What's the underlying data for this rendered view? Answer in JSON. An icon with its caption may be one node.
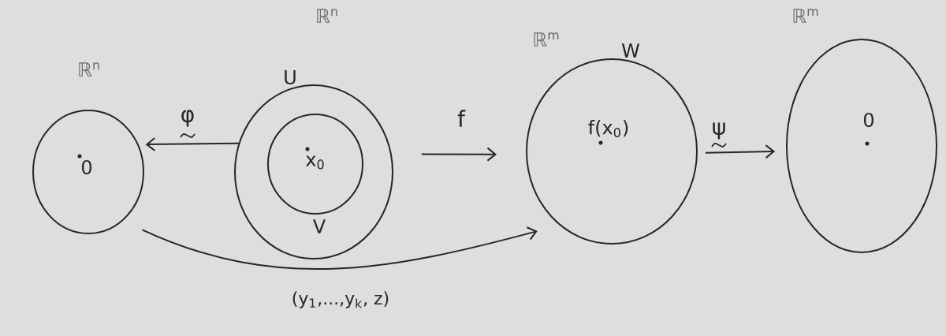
{
  "diagram": {
    "nodes": [
      {
        "text": [
          "0"
        ],
        "beside": [
          "ℝ$^{n}$"
        ]
      },
      {
        "text": [
          "U"
        ],
        "beside": [
          "ℝ$^{n}$"
        ]
      },
      {
        "text": [
          "x$_{0}$",
          "V"
        ],
        "in": 1
      },
      {
        "text": [
          "W",
          "f(x$_{0}$)"
        ],
        "beside": [
          "ℝ$^{m}$"
        ]
      },
      {
        "text": [
          "0"
        ],
        "beside": [
          "ℝ$^{m}$"
        ]
      }
    ],
    "edges": [
      {
        "from": 1,
        "to": 0,
        "arrow": "to",
        "label": "φ"
      },
      {
        "from": 1,
        "to": 3,
        "arrow": "to",
        "label": "f"
      },
      {
        "from": 3,
        "to": 4,
        "arrow": "to",
        "label": "ψ"
      },
      {
        "from": 0,
        "to": 3,
        "arrow": "to",
        "label": "(y$_{1}$,...,y$_{k}$, z)"
      }
    ]
  }
}
